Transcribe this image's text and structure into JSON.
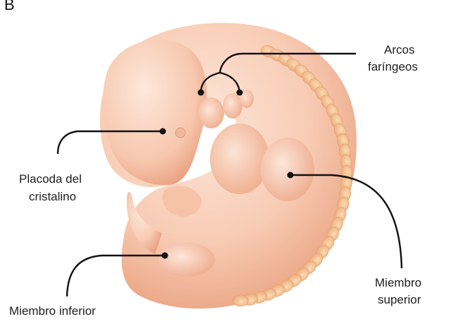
{
  "panel_letter": "B",
  "labels": {
    "arcos_line1": "Arcos",
    "arcos_line2": "faríngeos",
    "placoda_line1": "Placoda del",
    "placoda_line2": "cristalino",
    "miembro_superior_line1": "Miembro",
    "miembro_superior_line2": "superior",
    "miembro_inferior": "Miembro inferior"
  },
  "colors": {
    "embryo_light": "#fbd9c8",
    "embryo_mid": "#f5bfa2",
    "embryo_dark": "#e79a78",
    "somite": "#f4c08c",
    "leader_line": "#111111"
  }
}
